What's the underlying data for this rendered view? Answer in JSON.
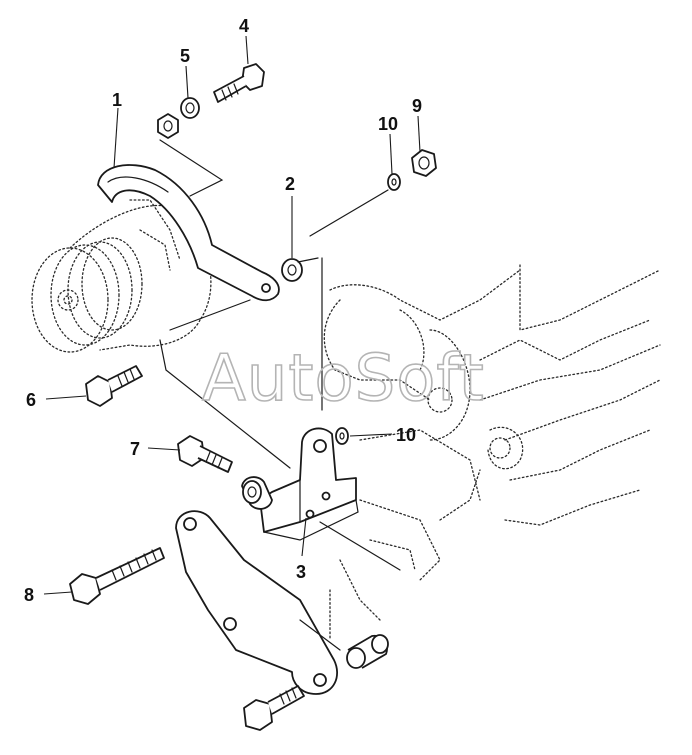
{
  "watermark": "AutoSoft",
  "callouts": {
    "c1": "1",
    "c2": "2",
    "c3": "3",
    "c4": "4",
    "c5": "5",
    "c6": "6",
    "c7": "7",
    "c8": "8",
    "c9": "9",
    "c10a": "10",
    "c10b": "10"
  },
  "colors": {
    "ink": "#1a1a1a",
    "watermark": "#b4b4b4",
    "background": "#ffffff"
  }
}
